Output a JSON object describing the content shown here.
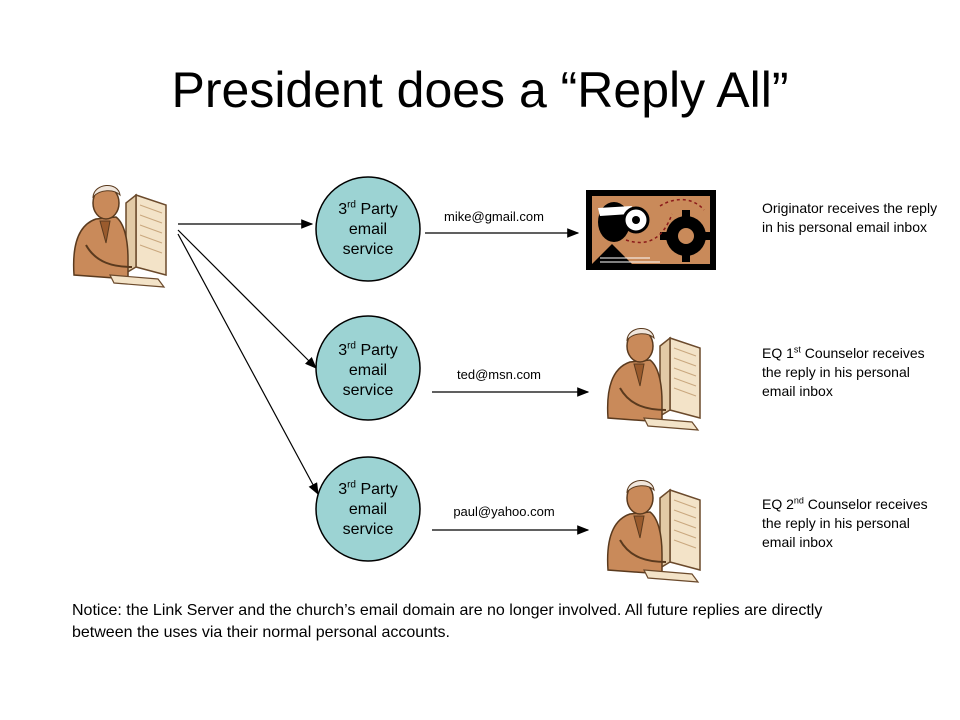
{
  "title": "President does a “Reply All”",
  "services": [
    {
      "ordinal": "3",
      "suffix": "rd",
      "word": "Party",
      "line2": "email",
      "line3": "service"
    },
    {
      "ordinal": "3",
      "suffix": "rd",
      "word": "Party",
      "line2": "email",
      "line3": "service"
    },
    {
      "ordinal": "3",
      "suffix": "rd",
      "word": "Party",
      "line2": "email",
      "line3": "service"
    }
  ],
  "addresses": [
    "mike@gmail.com",
    "ted@msn.com",
    "paul@yahoo.com"
  ],
  "recipients": [
    {
      "text": "Originator receives the reply in his personal email inbox"
    },
    {
      "pre": "EQ 1",
      "suffix": "st",
      "post": " Counselor receives the reply in his personal email inbox"
    },
    {
      "pre": "EQ 2",
      "suffix": "nd",
      "post": " Counselor receives the reply in his personal email inbox"
    }
  ],
  "notice": "Notice: the Link Server and the church’s email domain are no longer involved.  All future replies are directly between the uses via their normal personal accounts.",
  "colors": {
    "service_fill": "#9cd3d3",
    "skin": "#c98a5a",
    "monitor": "#f3e3c8",
    "tie": "#9a5b2d"
  },
  "icons": [
    "person-at-computer-icon",
    "originator-gears-icon"
  ]
}
